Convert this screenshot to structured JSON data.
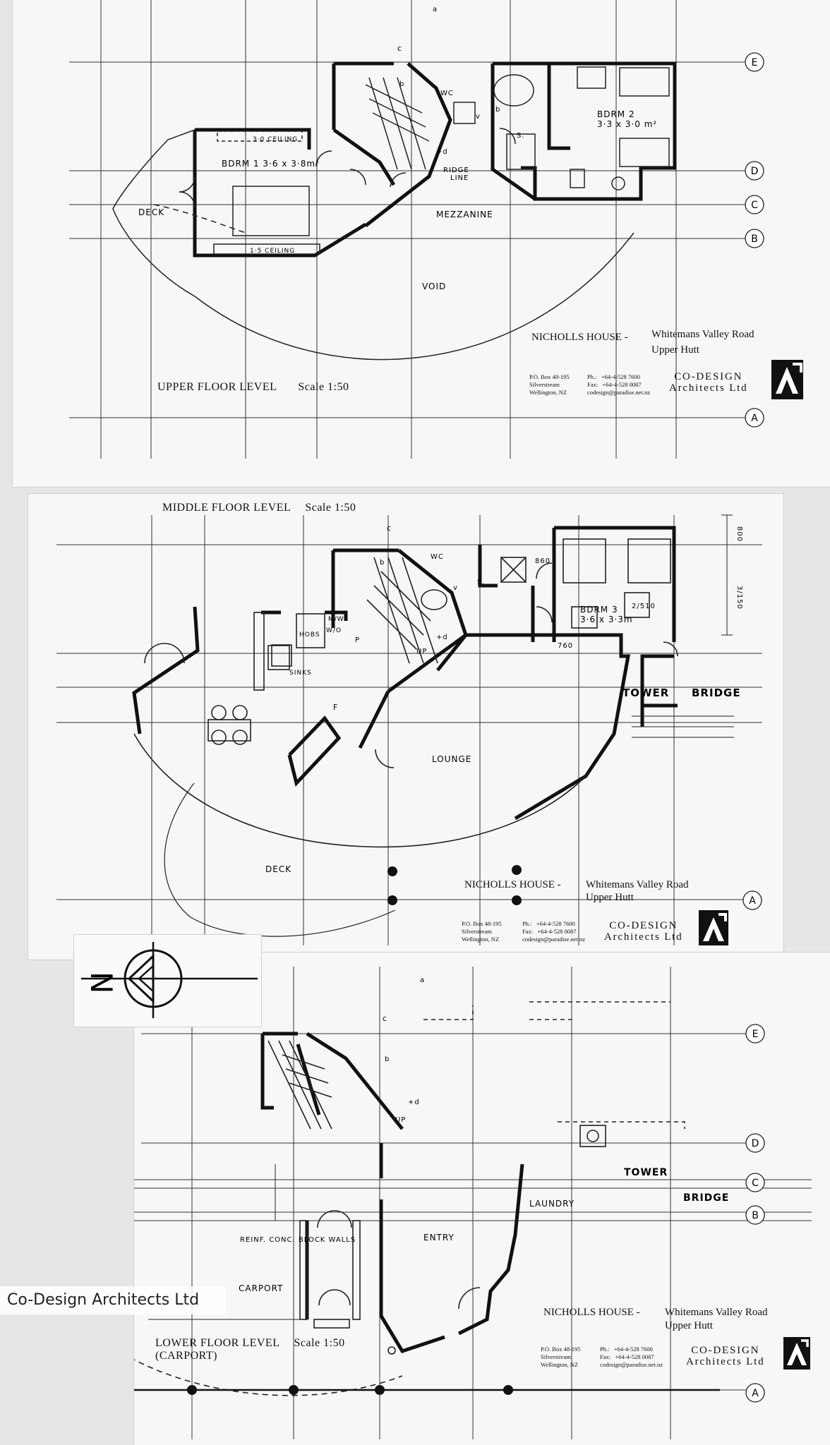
{
  "upper": {
    "title": "UPPER FLOOR LEVEL",
    "scale": "Scale 1:50",
    "project": "NICHOLLS HOUSE -",
    "road": "Whitemans Valley Road",
    "town": "Upper Hutt",
    "labels": {
      "bdrm1": "BDRM 1  3·6 x 3·8m²",
      "bdrm2a": "BDRM 2",
      "bdrm2b": "3·3 x 3·0 m²",
      "ceil30": "3·0 CEILING",
      "ceil15": "1·5 CEILING",
      "deck": "DECK",
      "mezz": "MEZZANINE",
      "void": "VOID",
      "ridge1": "RIDGE",
      "ridge2": "LINE",
      "wc": "WC",
      "b": "b",
      "v": "v",
      "s": "S.",
      "d": "+d",
      "c": "c",
      "a": "a"
    }
  },
  "middle": {
    "title": "MIDDLE FLOOR LEVEL",
    "scale": "Scale 1:50",
    "project": "NICHOLLS HOUSE -",
    "road": "Whitemans Valley Road",
    "town": "Upper Hutt",
    "labels": {
      "bdrm3a": "BDRM 3",
      "bdrm3b": "3·6 x 3·3m",
      "lounge": "LOUNGE",
      "deck": "DECK",
      "tower": "TOWER",
      "bridge": "BRIDGE",
      "hobs": "HOBS",
      "sinks": "SINKS",
      "mw": "M/W",
      "wo": "W/O",
      "p": "P",
      "f": "F",
      "up": "UP",
      "wc": "WC",
      "d860": "860",
      "d760": "760",
      "d2510": "2/510",
      "d800": "800",
      "d3150": "3/150",
      "d": "+d",
      "b": "b",
      "v": "v",
      "s": "S.",
      "c": "c"
    }
  },
  "lower": {
    "title": "LOWER FLOOR LEVEL",
    "subtitle": "(CARPORT)",
    "scale": "Scale 1:50",
    "project": "NICHOLLS HOUSE -",
    "road": "Whitemans Valley Road",
    "town": "Upper Hutt",
    "labels": {
      "tower": "TOWER",
      "bridge": "BRIDGE",
      "laundry": "LAUNDRY",
      "entry": "ENTRY",
      "carport": "CARPORT",
      "walls": "REINF. CONC. BLOCK WALLS",
      "up": "UP",
      "d": "+d",
      "b": "b",
      "c": "c",
      "a": "a"
    }
  },
  "contact": {
    "addr1": "P.O. Box 48-195",
    "addr2": "Silverstream",
    "addr3": "Wellington, NZ",
    "ph_label": "Ph.:",
    "ph": "+64-4-528 7600",
    "fax_label": "Fax:",
    "fax": "+64-4-528 0087",
    "email": "codesign@paradise.net.nz"
  },
  "firm": {
    "line1": "CO-DESIGN",
    "line2": "Architects Ltd"
  },
  "grid_tags": {
    "A": "A",
    "B": "B",
    "C": "C",
    "D": "D",
    "E": "E"
  },
  "north": {
    "letter": "N"
  },
  "company_label": "Co-Design Architects Ltd"
}
